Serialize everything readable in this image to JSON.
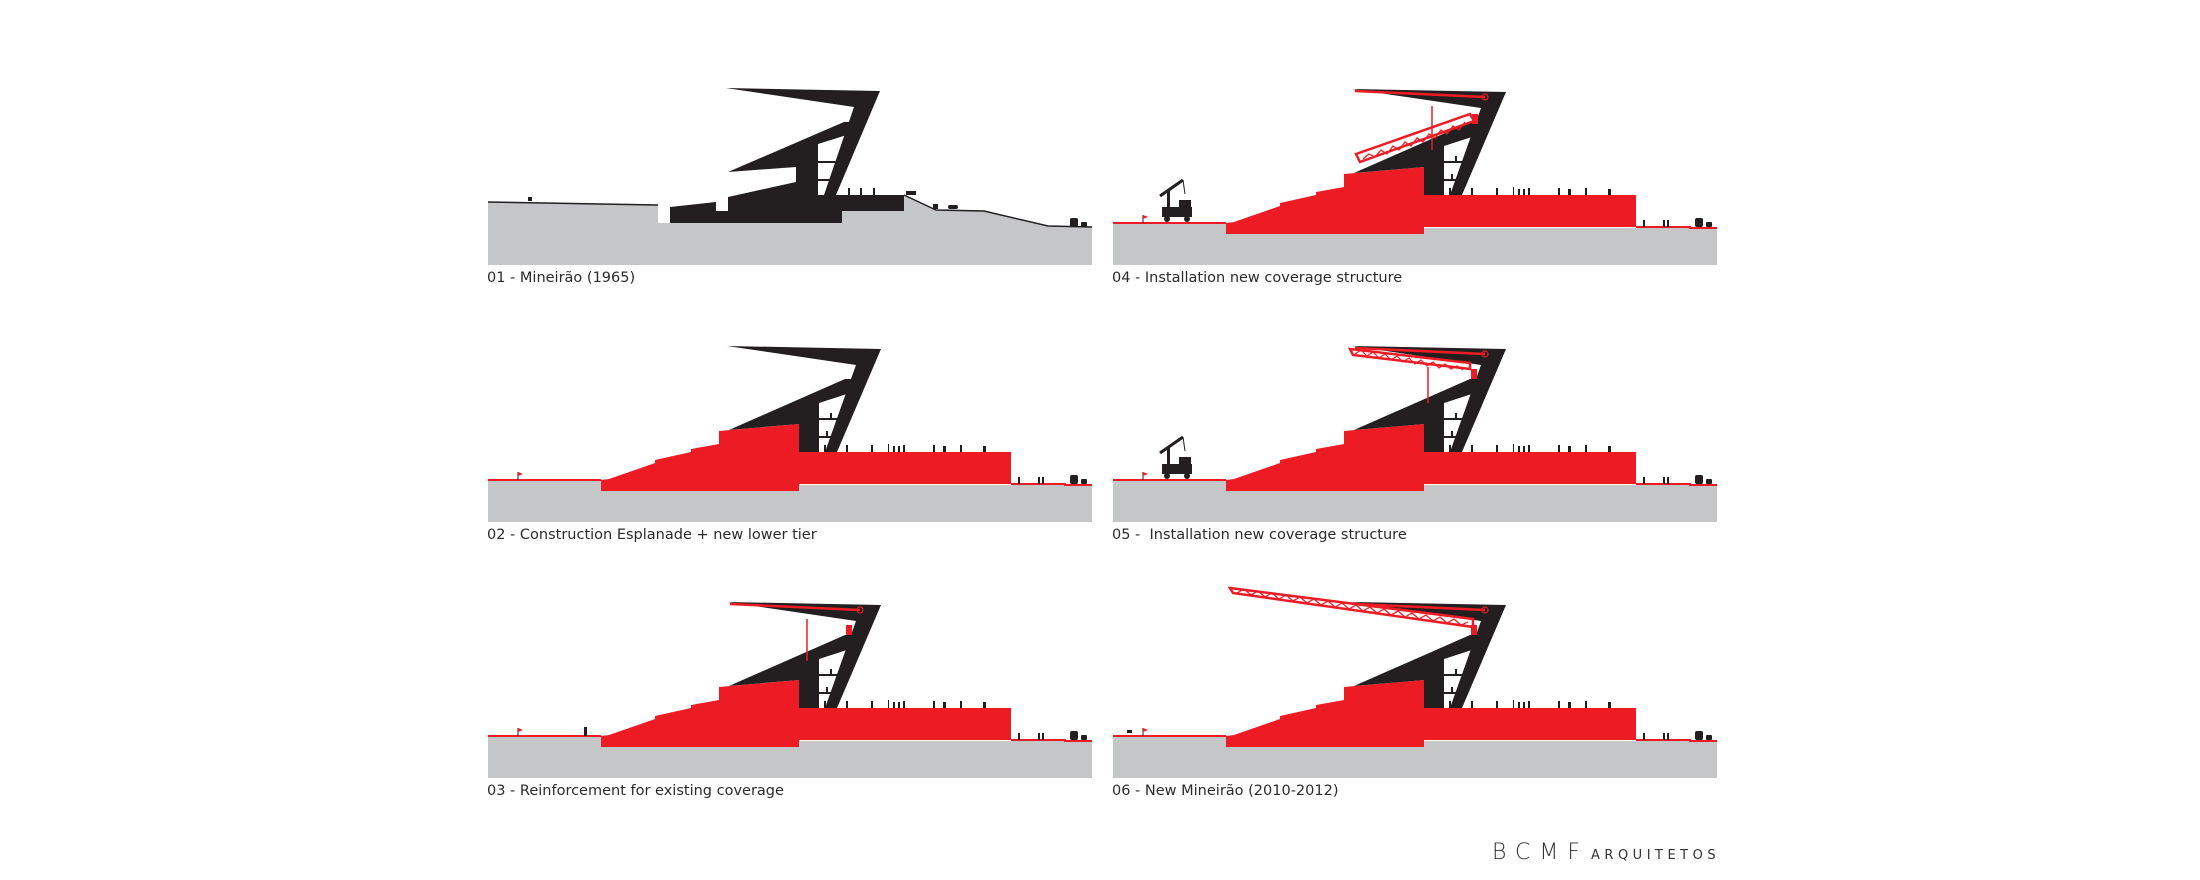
{
  "colors": {
    "red": "#ed1c24",
    "ground": "#c4c6c8",
    "structure": "#231f20"
  },
  "panels": [
    {
      "caption": "01 - Mineirão (1965)",
      "stage": "original"
    },
    {
      "caption": "02 - Construction Esplanade + new lower tier",
      "stage": "lower-tier"
    },
    {
      "caption": "03 - Reinforcement for existing coverage",
      "stage": "reinforcement"
    },
    {
      "caption": "04 - Installation new coverage structure",
      "stage": "truss-lift"
    },
    {
      "caption": "05 -  Installation new coverage structure",
      "stage": "truss-roof"
    },
    {
      "caption": "06 - New Mineirão (2010-2012)",
      "stage": "final"
    }
  ],
  "logo": {
    "brand": "BCMF",
    "suffix": "ARQUITETOS"
  }
}
